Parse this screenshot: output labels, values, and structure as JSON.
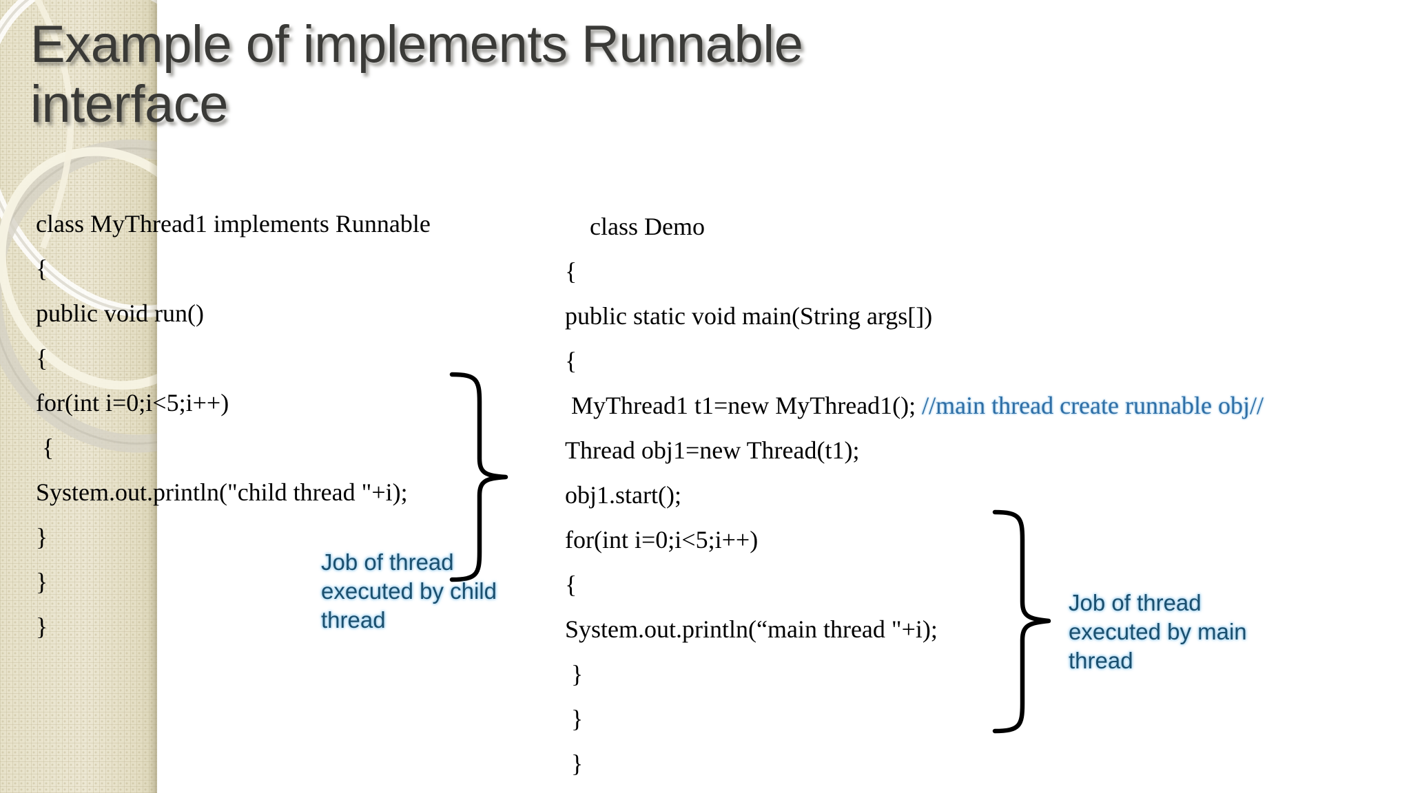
{
  "slide": {
    "title": "Example of implements Runnable\ninterface",
    "background_color": "#ffffff",
    "sidebar_color": "#e9e4cd",
    "title_color": "#3a3a37",
    "comment_color": "#2f6ea5",
    "callout_color": "#1b4f6e"
  },
  "left_code": {
    "lines": [
      "class MyThread1 implements Runnable",
      "{",
      "public void run()",
      "{",
      "for(int i=0;i<5;i++)",
      " {",
      "System.out.println(\"child thread \"+i);",
      "}",
      "}",
      "}"
    ]
  },
  "right_code": {
    "lines": [
      "    class Demo",
      "{",
      "public static void main(String args[])",
      "{",
      " MyThread1 t1=new MyThread1(); ",
      "Thread obj1=new Thread(t1);",
      "obj1.start();",
      "for(int i=0;i<5;i++)",
      "{",
      "System.out.println(“main thread \"+i);",
      " }",
      " }",
      " }"
    ],
    "inline_comment": "//main thread create runnable obj//",
    "inline_comment_line_index": 4
  },
  "callouts": {
    "child": "Job of thread\nexecuted by child\nthread",
    "main": "Job of thread\nexecuted by main\nthread"
  }
}
